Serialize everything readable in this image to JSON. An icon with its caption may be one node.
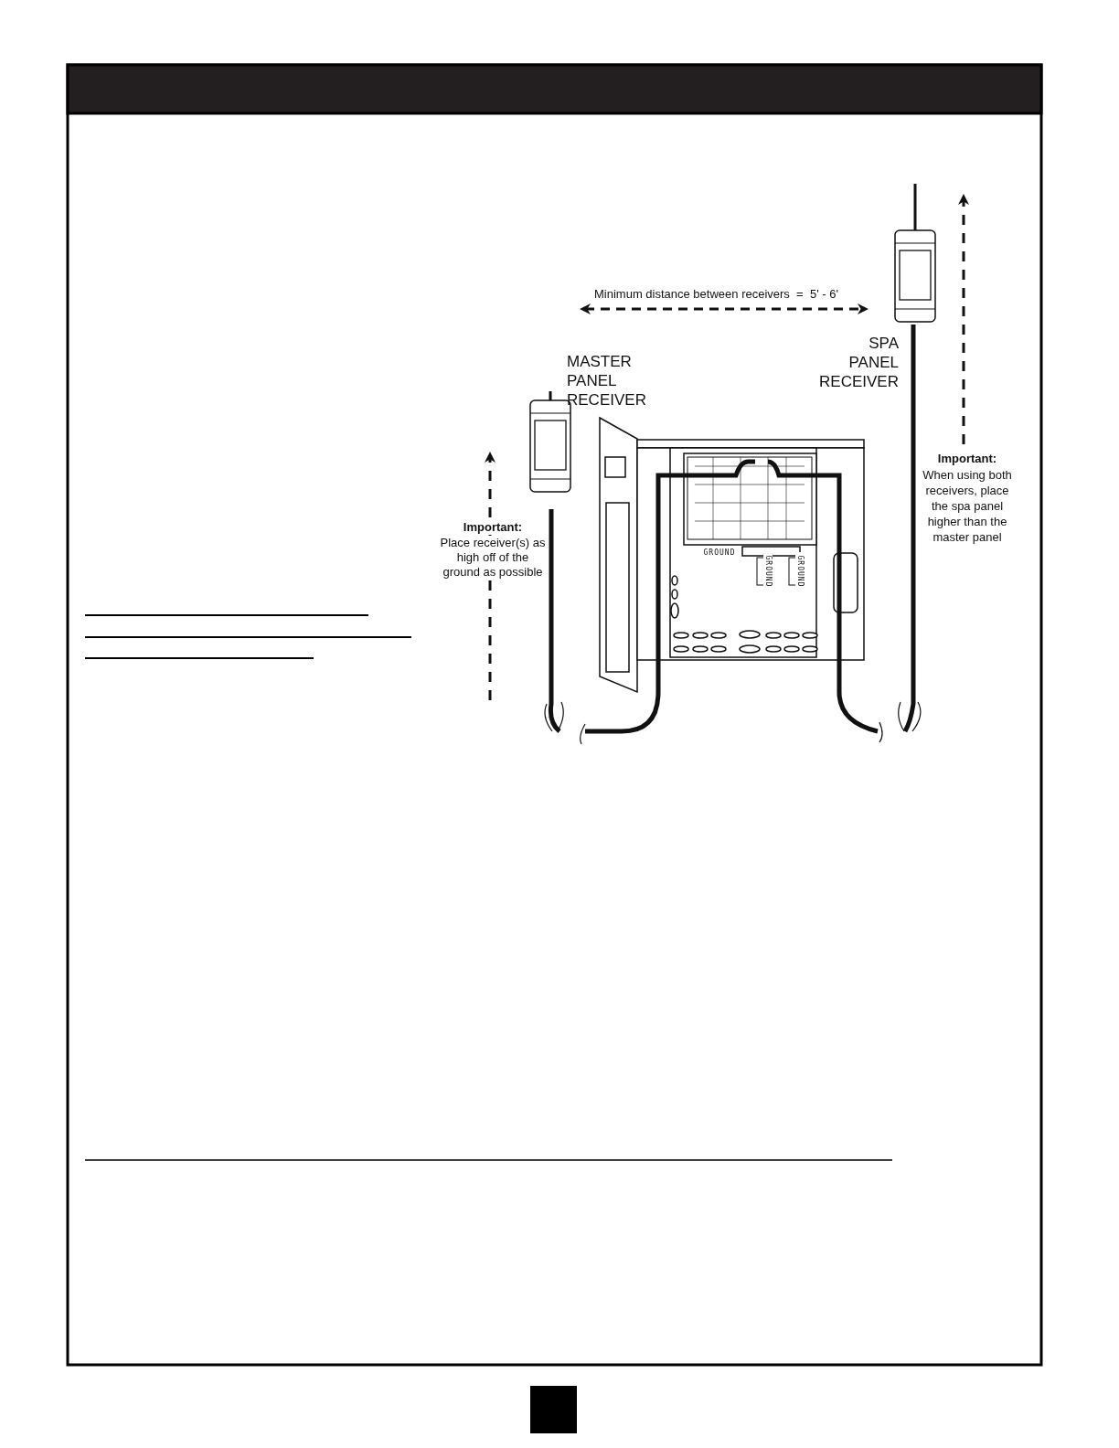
{
  "diagram": {
    "nodes": [
      {
        "text": [
          "SPA PANEL RECEIVER"
        ]
      },
      {
        "text": [
          "MASTER PANEL RECEIVER"
        ]
      }
    ],
    "labels": [
      "Minimum distance between receivers  =  5' - 6'",
      "Important:",
      "When using both receivers, place the spa panel higher than the master panel",
      "Important:",
      "Place receiver(s) as high off of the ground as possible",
      "GROUND",
      "GROUND",
      "GROUND"
    ]
  }
}
